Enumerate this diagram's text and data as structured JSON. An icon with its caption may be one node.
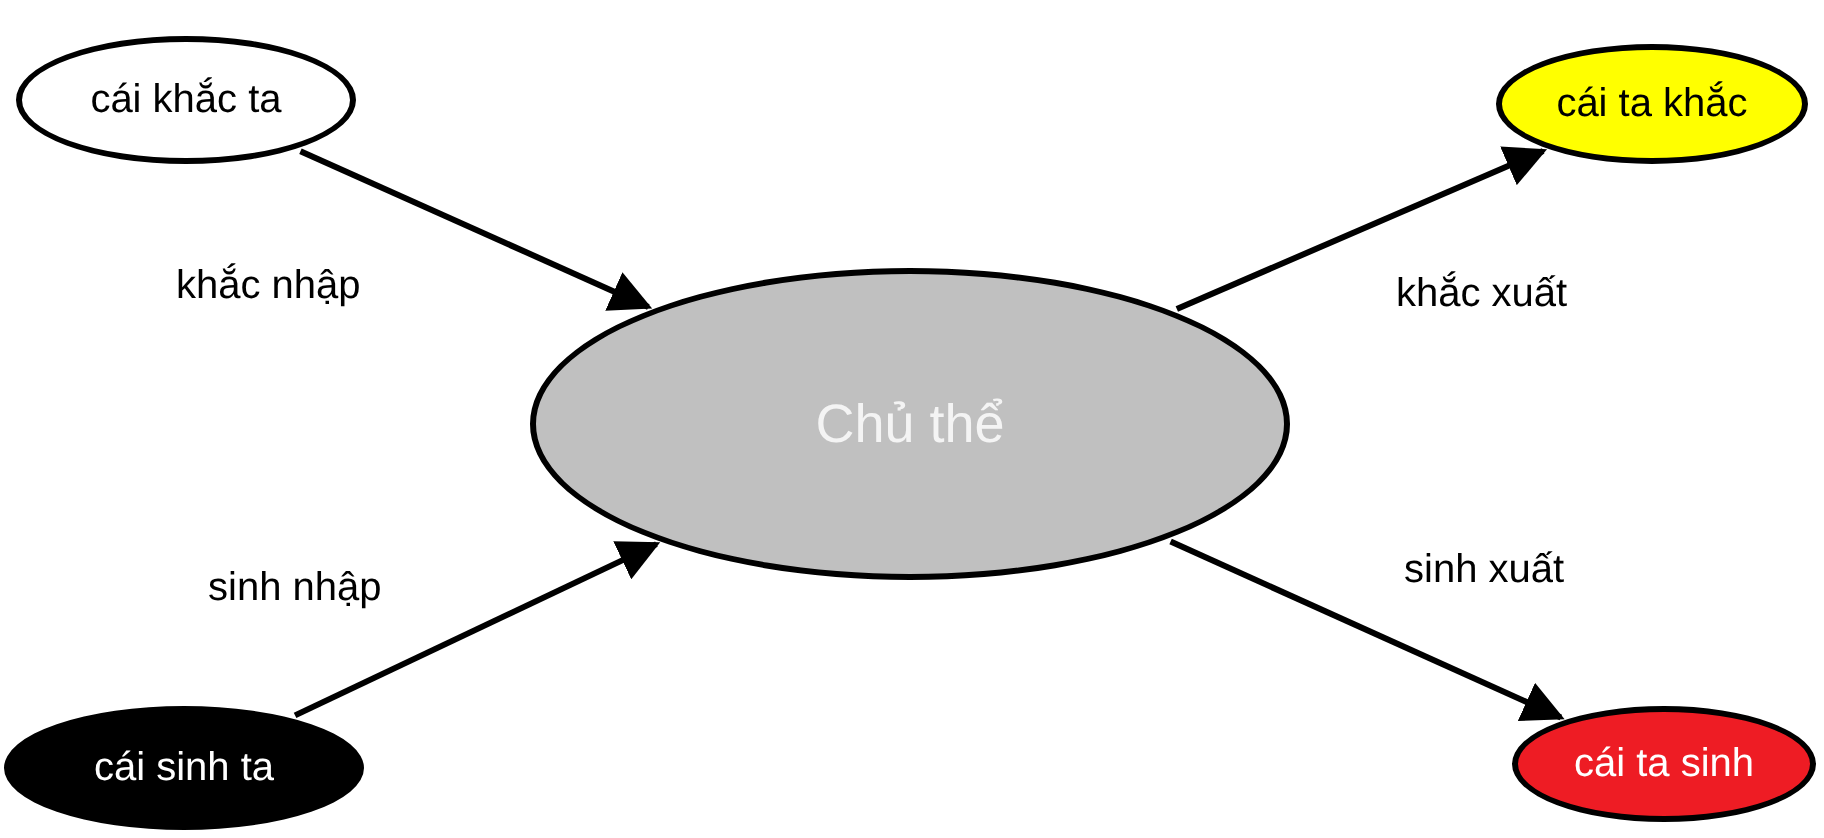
{
  "diagram": {
    "nodes": [
      {
        "text": [
          "cái khắc ta"
        ]
      },
      {
        "text": [
          "cái ta khắc"
        ]
      },
      {
        "text": [
          "Chủ thể"
        ]
      },
      {
        "text": [
          "cái sinh ta"
        ]
      },
      {
        "text": [
          "cái ta sinh"
        ]
      }
    ],
    "edges": [
      {
        "from": 0,
        "to": 2,
        "arrow": "to",
        "label": "khắc nhập"
      },
      {
        "from": 2,
        "to": 1,
        "arrow": "to",
        "label": "khắc xuất"
      },
      {
        "from": 3,
        "to": 2,
        "arrow": "to",
        "label": "sinh nhập"
      },
      {
        "from": 2,
        "to": 4,
        "arrow": "to",
        "label": "sinh xuất"
      }
    ]
  }
}
